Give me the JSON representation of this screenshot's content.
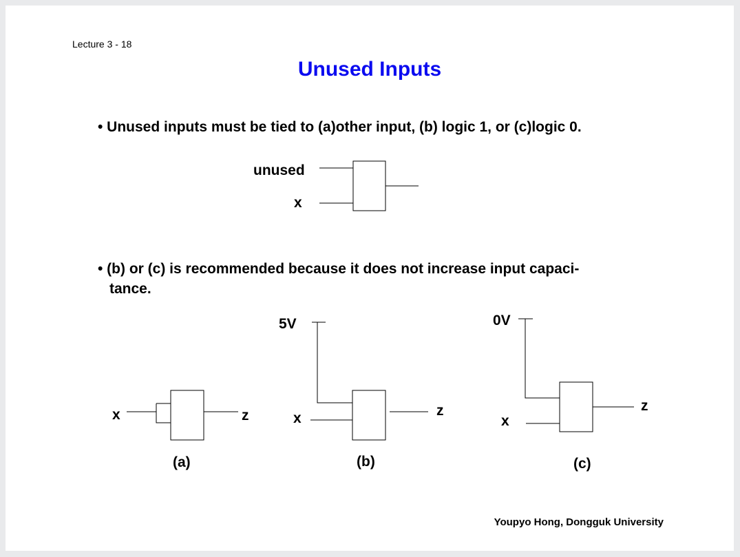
{
  "slide": {
    "lecture_label": "Lecture 3 - 18",
    "title": "Unused Inputs",
    "title_color": "#0b0bf0",
    "bullet1": "• Unused inputs must be tied to (a)other input, (b) logic 1, or (c)logic 0.",
    "bullet2_line1": "• (b) or (c) is recommended because it does not increase input capaci-",
    "bullet2_line2": "tance.",
    "footer": "Youpyo Hong, Dongguk University"
  },
  "diagram_top": {
    "input_unused": "unused",
    "input_x": "x"
  },
  "diagram_a": {
    "input": "x",
    "output": "z",
    "caption": "(a)"
  },
  "diagram_b": {
    "supply": "5V",
    "input": "x",
    "output": "z",
    "caption": "(b)"
  },
  "diagram_c": {
    "supply": "0V",
    "input": "x",
    "output": "z",
    "caption": "(c)"
  }
}
